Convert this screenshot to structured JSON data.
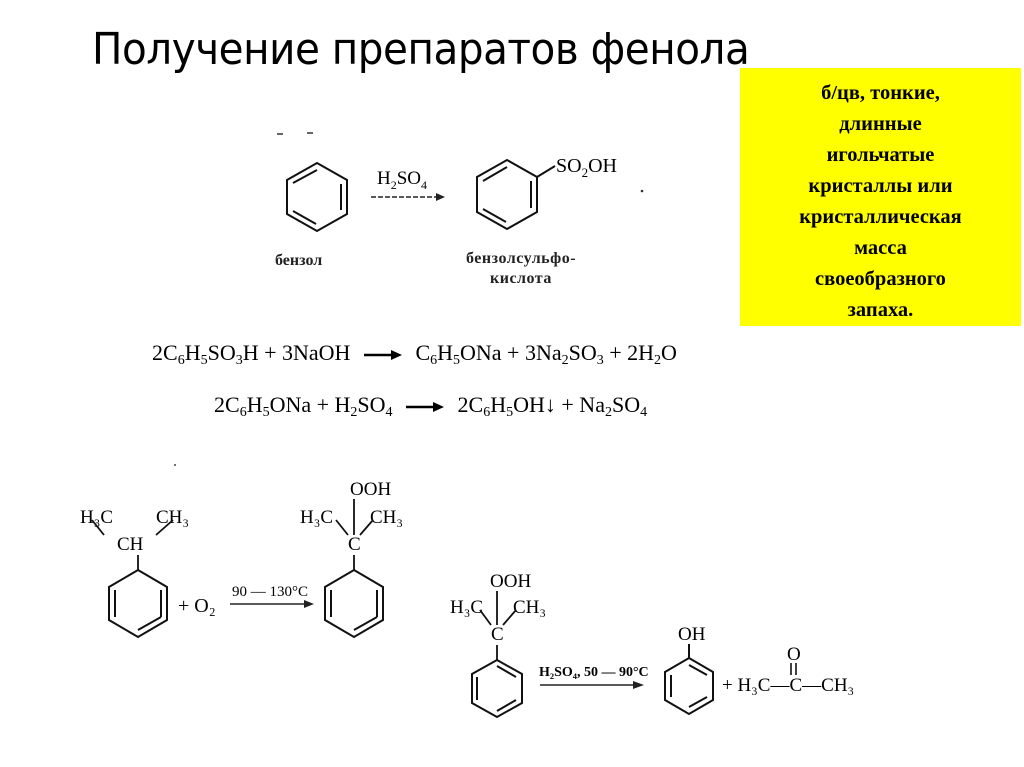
{
  "slide": {
    "title": "Получение препаратов фенола"
  },
  "note": {
    "background": "#ffff00",
    "lines": [
      "б/цв, тонкие,",
      "длинные",
      "игольчатые",
      "кристаллы или",
      "кристаллическая",
      "масса",
      "своеобразного",
      "запаха."
    ]
  },
  "sulfonation": {
    "reactant_label": "бензол",
    "reagent": {
      "main": "H",
      "sub1": "2",
      "mid": "SO",
      "sub2": "4"
    },
    "product_group": {
      "main": "SO",
      "sub": "2",
      "tail": "OH"
    },
    "product_label_line1": "бензолсульфо-",
    "product_label_line2": "кислота"
  },
  "equation1": {
    "left": [
      {
        "t": "2C"
      },
      {
        "s": "6"
      },
      {
        "t": "H"
      },
      {
        "s": "5"
      },
      {
        "t": "SO"
      },
      {
        "s": "3"
      },
      {
        "t": "H + 3NaOH"
      }
    ],
    "right": [
      {
        "t": "C"
      },
      {
        "s": "6"
      },
      {
        "t": "H"
      },
      {
        "s": "5"
      },
      {
        "t": "ONa + 3Na"
      },
      {
        "s": "2"
      },
      {
        "t": "SO"
      },
      {
        "s": "3"
      },
      {
        "t": " + 2H"
      },
      {
        "s": "2"
      },
      {
        "t": "O"
      }
    ]
  },
  "equation2": {
    "left": [
      {
        "t": "2C"
      },
      {
        "s": "6"
      },
      {
        "t": "H"
      },
      {
        "s": "5"
      },
      {
        "t": "ONa + H"
      },
      {
        "s": "2"
      },
      {
        "t": "SO"
      },
      {
        "s": "4"
      }
    ],
    "right": [
      {
        "t": "2C"
      },
      {
        "s": "6"
      },
      {
        "t": "H"
      },
      {
        "s": "5"
      },
      {
        "t": "OH↓ + Na"
      },
      {
        "s": "2"
      },
      {
        "t": "SO"
      },
      {
        "s": "4"
      }
    ]
  },
  "cumene_oxidation": {
    "reactant": {
      "left_methyl": "H₃C",
      "right_methyl": "CH₃",
      "center": "CH"
    },
    "plus_reagent": "+ O₂",
    "condition": "90 — 130°C",
    "product": {
      "top": "OOH",
      "left_methyl": "H₃C",
      "right_methyl": "CH₃",
      "center": "C"
    }
  },
  "hydroperoxide_cleavage": {
    "reactant": {
      "top": "OOH",
      "left_methyl": "H₃C",
      "right_methyl": "CH₃",
      "center": "C"
    },
    "condition": "H₂SO₄, 50 — 90°C",
    "product_phenol": {
      "group": "OH"
    },
    "product_acetone": {
      "text": "+ H₃C—C—CH₃",
      "oxygen": "O"
    }
  }
}
